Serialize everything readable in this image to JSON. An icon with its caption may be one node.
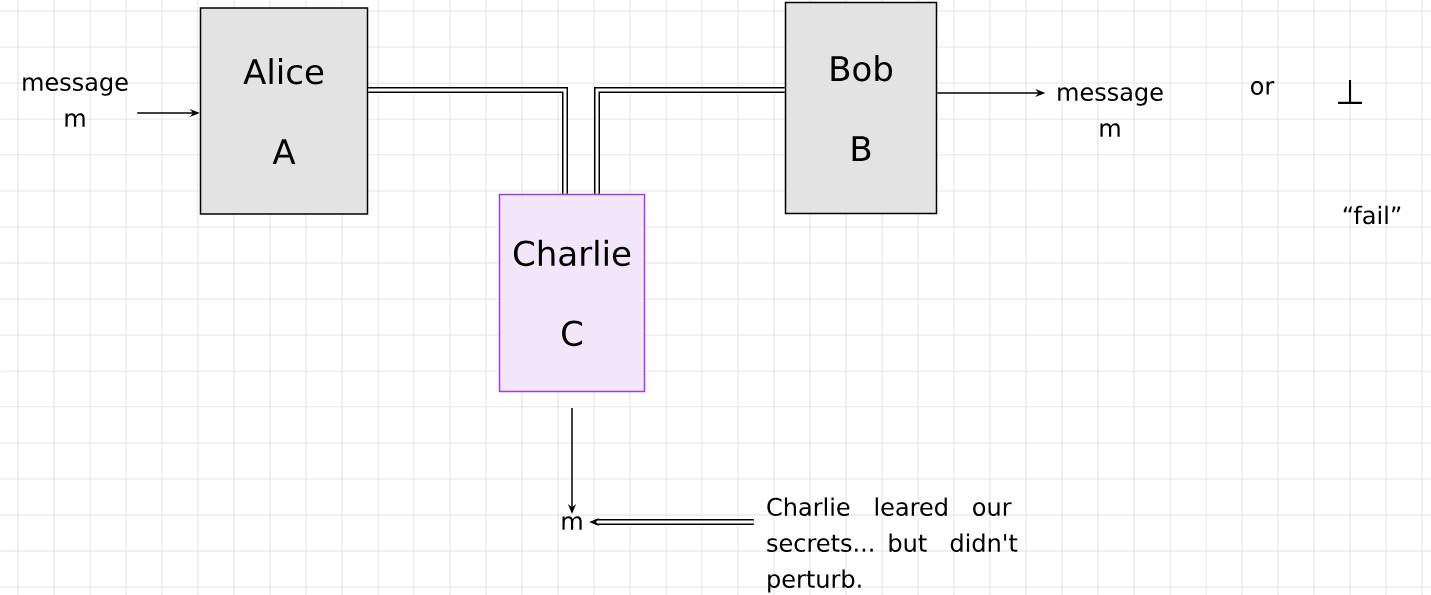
{
  "diagram": {
    "nodes": [
      {
        "text": [
          "message m"
        ]
      },
      {
        "text": [
          "Alice",
          "A"
        ]
      },
      {
        "text": [
          "Charlie",
          "C"
        ]
      },
      {
        "text": [
          "Bob",
          "B"
        ]
      },
      {
        "text": [
          "message m"
        ]
      },
      {
        "text": [
          "m"
        ]
      },
      {
        "text": [
          "Charlie leared our secrets... but didn't perturb."
        ]
      }
    ],
    "edges": [
      {
        "from": 0,
        "to": 1,
        "arrow": "to"
      },
      {
        "from": 1,
        "to": 2,
        "arrow": "none",
        "style": "thick"
      },
      {
        "from": 2,
        "to": 3,
        "arrow": "none",
        "style": "thick"
      },
      {
        "from": 3,
        "to": 4,
        "arrow": "to"
      },
      {
        "from": 2,
        "to": 5,
        "arrow": "to"
      },
      {
        "from": 6,
        "to": 5,
        "arrow": "to",
        "style": "thick"
      }
    ],
    "labels": [
      "or",
      "⊥",
      "“fail”"
    ]
  }
}
